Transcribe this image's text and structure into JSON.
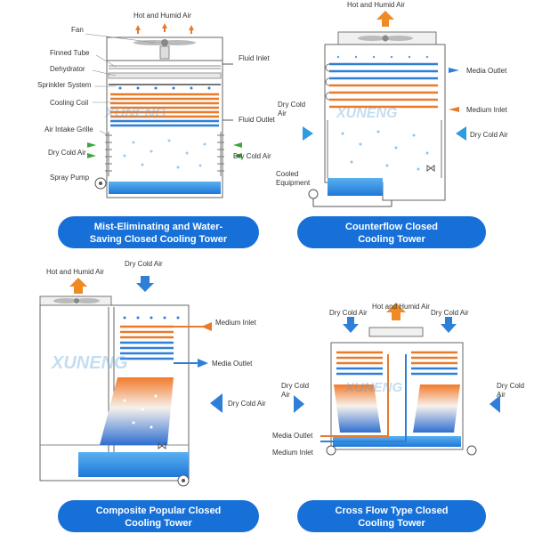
{
  "colors": {
    "pill": "#1670d8",
    "water": "#1e88e5",
    "hot_arrow": "#f08a24",
    "cold_arrow": "#2f7fd8",
    "coil_orange": "#e87a2a",
    "green_arrow": "#3aa83a",
    "frame": "#666666",
    "watermark": "#5aa0d8"
  },
  "watermark": "XUNENG",
  "panels": [
    {
      "title_line1": "Mist-Eliminating and Water-",
      "title_line2": "Saving Closed Cooling Tower",
      "labels": {
        "top": "Hot and Humid Air",
        "fan": "Fan",
        "finned": "Finned Tube",
        "dehydrator": "Dehydrator",
        "sprinkler": "Sprinkler System",
        "coil": "Cooling Coil",
        "grille": "Air Intake Grille",
        "dry_left": "Dry Cold Air",
        "pump": "Spray Pump",
        "fluid_in": "Fluid Inlet",
        "fluid_out": "Fluid Outlet",
        "dry_right": "Dry Cold Air"
      }
    },
    {
      "title_line1": "Counterflow Closed",
      "title_line2": "Cooling Tower",
      "labels": {
        "top": "Hot and Humid Air",
        "media_out": "Media Outlet",
        "medium_in": "Medium Inlet",
        "dry_left_1": "Dry Cold",
        "dry_left_2": "Air",
        "dry_right": "Dry Cold Air",
        "cooled_1": "Cooled",
        "cooled_2": "Equipment"
      }
    },
    {
      "title_line1": "Composite Popular Closed",
      "title_line2": "Cooling Tower",
      "labels": {
        "hot": "Hot and Humid Air",
        "dry_top": "Dry Cold Air",
        "medium_in": "Medium Inlet",
        "media_out": "Media Outlet",
        "dry_right": "Dry Cold Air"
      }
    },
    {
      "title_line1": "Cross Flow Type Closed",
      "title_line2": "Cooling Tower",
      "labels": {
        "top": "Hot and Humid Air",
        "dry_tl": "Dry Cold Air",
        "dry_tr": "Dry Cold Air",
        "dry_l1": "Dry Cold",
        "dry_l2": "Air",
        "dry_r1": "Dry Cold",
        "dry_r2": "Air",
        "media_out": "Media Outlet",
        "medium_in": "Medium Inlet"
      }
    }
  ]
}
